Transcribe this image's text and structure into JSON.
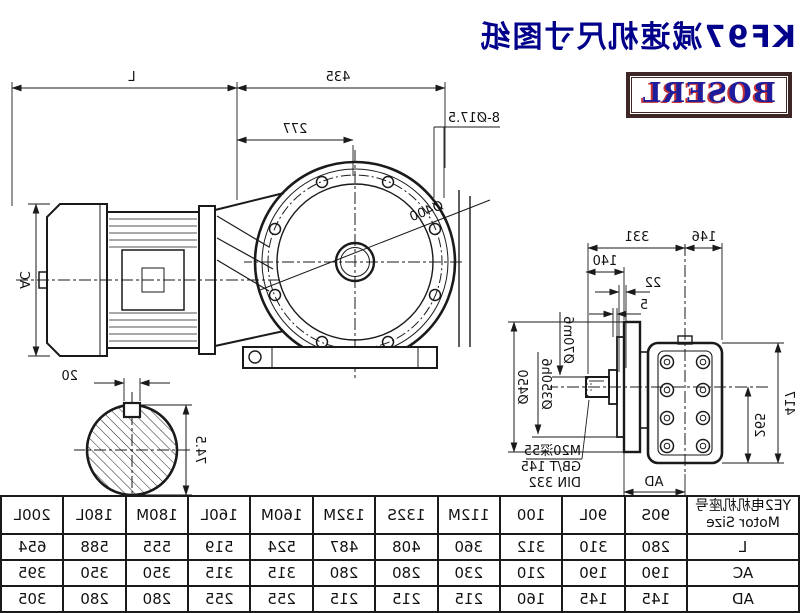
{
  "title": "KF97减速机尺寸图纸",
  "logo_text": "BOSERL",
  "colors": {
    "title_blue": "#00008b",
    "logo_blue": "#1c1c9c",
    "logo_red": "#c83232",
    "logo_border": "#3f2626",
    "line": "#1a1a1a"
  },
  "front_view": {
    "dim_motor_length": "L",
    "dim_435": "435",
    "dim_277": "277",
    "dim_bolt_holes": "8-Ø17.5",
    "dim_flange_circle": "Ø400",
    "dim_motor_diameter": "AC"
  },
  "shaft_section": {
    "dim_key_width": "20",
    "dim_key_height": "74.5"
  },
  "side_view": {
    "dim_146": "146",
    "dim_331": "331",
    "dim_140": "140",
    "dim_22": "22",
    "dim_5": "5",
    "dim_shaft": "Ø70m6",
    "dim_spigot": "Ø350h6",
    "dim_flange_od": "Ø450",
    "dim_417": "417",
    "dim_265": "265",
    "dim_AD": "AD",
    "tap_note_line1": "M20深55",
    "tap_note_line2": "GB/T 145",
    "tap_note_line3": "DIN 332"
  },
  "table": {
    "header_cn": "YE2电机机座号",
    "header_en": "Motor Size",
    "columns": [
      "90S",
      "90L",
      "100",
      "112M",
      "132S",
      "132M",
      "160M",
      "160L",
      "180M",
      "180L",
      "200L"
    ],
    "rows": [
      {
        "label": "L",
        "values": [
          "280",
          "310",
          "312",
          "360",
          "408",
          "487",
          "524",
          "519",
          "555",
          "588",
          "654"
        ]
      },
      {
        "label": "AC",
        "values": [
          "190",
          "190",
          "210",
          "230",
          "280",
          "280",
          "315",
          "315",
          "350",
          "350",
          "395"
        ]
      },
      {
        "label": "AD",
        "values": [
          "145",
          "145",
          "160",
          "215",
          "215",
          "215",
          "255",
          "255",
          "280",
          "280",
          "305"
        ]
      }
    ]
  }
}
